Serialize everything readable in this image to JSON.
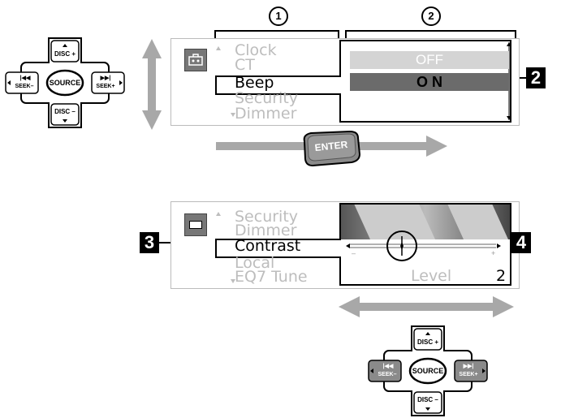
{
  "col_markers": [
    "1",
    "2"
  ],
  "callouts": [
    "2",
    "3",
    "4"
  ],
  "panel1": {
    "menu": [
      "Clock",
      "CT",
      "Beep",
      "Security",
      "Dimmer"
    ],
    "options": [
      "OFF",
      "O N"
    ]
  },
  "enter_label": "ENTER",
  "panel2": {
    "menu": [
      "Security",
      "Dimmer",
      "Contrast",
      "Local",
      "EQ7 Tune"
    ],
    "level_label": "Level",
    "level_value": "2",
    "minus": "–",
    "plus": "+"
  },
  "controller": {
    "disc_plus": "DISC +",
    "disc_minus": "DISC –",
    "source": "SOURCE",
    "seek_minus": "SEEK–",
    "seek_plus": "SEEK+",
    "prev_glyph": "|◀◀",
    "next_glyph": "▶▶|"
  },
  "colors": {
    "gray_arrow": "#a8a8a8",
    "highlight": "#6b6b6b",
    "dim_text": "#bdbdbd"
  }
}
